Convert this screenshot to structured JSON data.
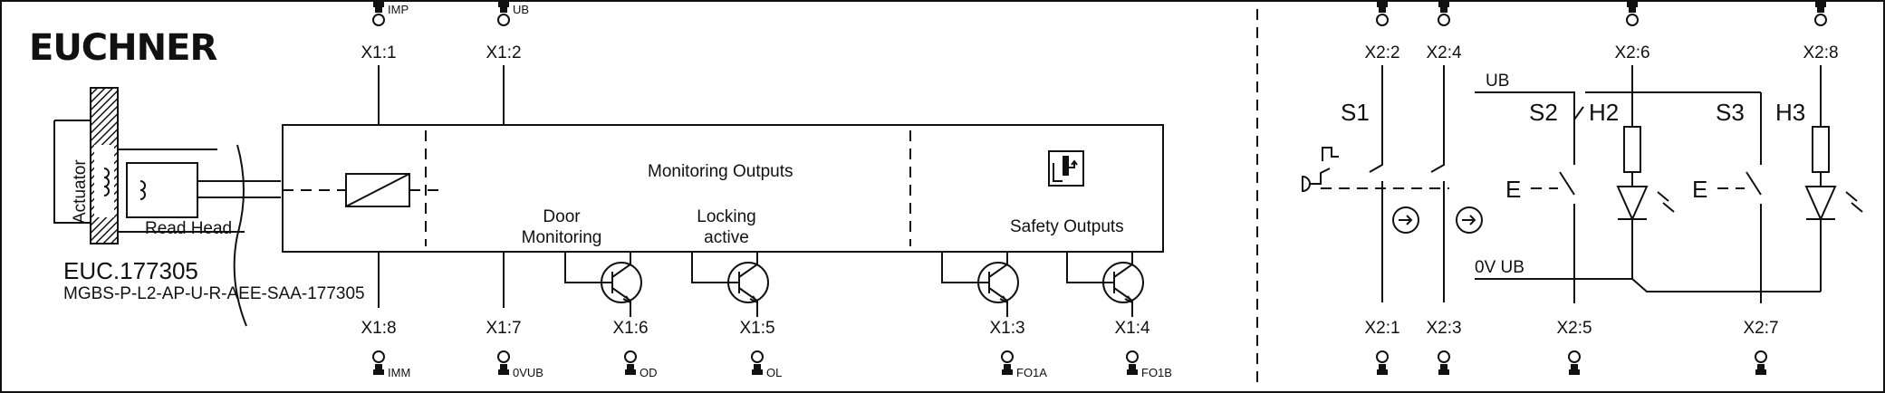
{
  "brand": "EUCHNER",
  "device": {
    "code": "EUC.177305",
    "part_number": "MGBS-P-L2-AP-U-R-AEE-SAA-177305",
    "actuator_label": "Actuator",
    "read_head_label": "Read Head",
    "monitoring_outputs_label": "Monitoring Outputs",
    "door_monitoring_label": [
      "Door",
      "Monitoring"
    ],
    "locking_active_label": [
      "Locking",
      "active"
    ],
    "safety_outputs_label": "Safety Outputs"
  },
  "terminals_top": [
    {
      "id": "X1:1",
      "signal": "IMP"
    },
    {
      "id": "X1:2",
      "signal": "UB"
    }
  ],
  "terminals_bottom": [
    {
      "id": "X1:8",
      "signal": "IMM"
    },
    {
      "id": "X1:7",
      "signal": "0VUB"
    },
    {
      "id": "X1:6",
      "signal": "OD"
    },
    {
      "id": "X1:5",
      "signal": "OL"
    },
    {
      "id": "X1:3",
      "signal": "FO1A"
    },
    {
      "id": "X1:4",
      "signal": "FO1B"
    }
  ],
  "right_panel": {
    "terminals_top": [
      "X2:2",
      "X2:4",
      "X2:6",
      "X2:8"
    ],
    "terminals_bottom": [
      "X2:1",
      "X2:3",
      "X2:5",
      "X2:7"
    ],
    "components": [
      "S1",
      "S2",
      "H2",
      "S3",
      "H3"
    ],
    "rail_ub": "UB",
    "rail_0v": "0V UB",
    "e_label": "E"
  }
}
